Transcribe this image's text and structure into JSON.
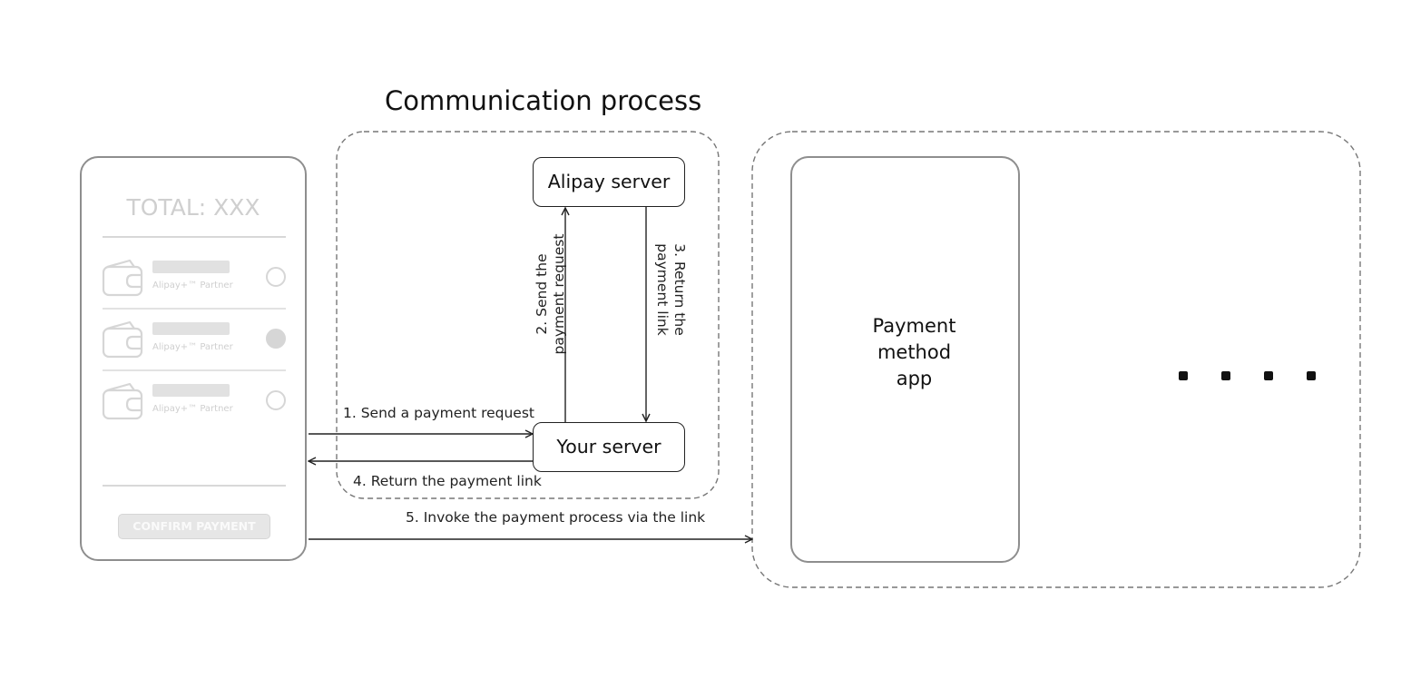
{
  "title": "Communication process",
  "checkout": {
    "total": "TOTAL: XXX",
    "methods": [
      {
        "label": "Alipay+™ Partner",
        "selected": false
      },
      {
        "label": "Alipay+™ Partner",
        "selected": true
      },
      {
        "label": "Alipay+™ Partner",
        "selected": false
      }
    ],
    "confirm_label": "CONFIRM PAYMENT"
  },
  "servers": {
    "alipay": "Alipay server",
    "yours": "Your server"
  },
  "steps": {
    "step1": "1. Send a payment request",
    "step2_line1": "2. Send the",
    "step2_line2": "payment request",
    "step3_line1": "3. Return the",
    "step3_line2": "payment link",
    "step4": "4. Return the payment link",
    "step5": "5. Invoke the payment process via the link"
  },
  "app": {
    "line1": "Payment",
    "line2": "method",
    "line3": "app"
  },
  "ellipsis_dots": 4
}
